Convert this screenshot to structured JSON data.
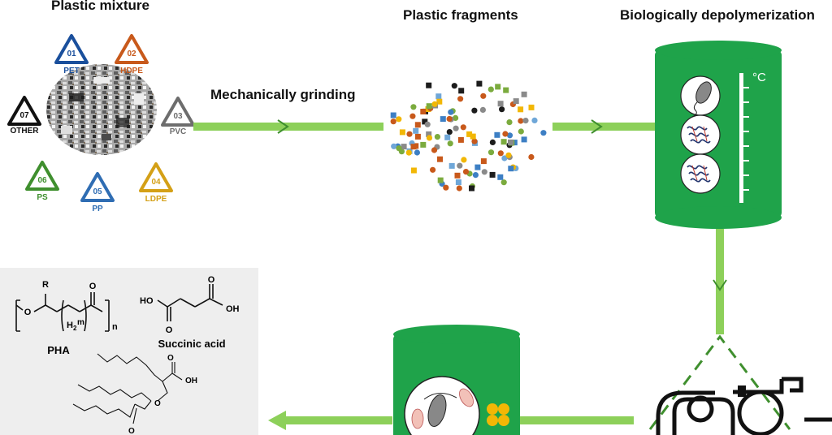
{
  "headings": {
    "mixture": "Plastic mixture",
    "fragments": "Plastic fragments",
    "depolymerization": "Biologically depolymerization",
    "grinding": "Mechanically grinding"
  },
  "recycle_codes": [
    {
      "code": "01",
      "label": "PET",
      "color": "#1a4f9c"
    },
    {
      "code": "02",
      "label": "HDPE",
      "color": "#c8591b"
    },
    {
      "code": "03",
      "label": "PVC",
      "color": "#6d6d6d"
    },
    {
      "code": "04",
      "label": "LDPE",
      "color": "#d4a017"
    },
    {
      "code": "05",
      "label": "PP",
      "color": "#2f6db3"
    },
    {
      "code": "06",
      "label": "PS",
      "color": "#3f8f2e"
    },
    {
      "code": "07",
      "label": "OTHER",
      "color": "#111111"
    }
  ],
  "bioreactor": {
    "temperature_unit": "°C"
  },
  "chemistry": {
    "pha_label": "PHA",
    "pha_r": "R",
    "pha_o": "O",
    "pha_carbonyl_o": "O",
    "pha_h2": "H",
    "pha_h2_sub": "2",
    "pha_m": "m",
    "pha_n": "n",
    "succinic_label": "Succinic acid",
    "succinic_ho": "HO",
    "succinic_oh": "OH",
    "succinic_o1": "O",
    "succinic_o2": "O",
    "hydroxy_oh": "OH",
    "hydroxy_o1": "O",
    "hydroxy_o2": "O",
    "hydroxy_o3": "O"
  },
  "colors": {
    "arrow": "#8dd05a",
    "tank": "#1fa34a",
    "panel": "#eeeeee",
    "fragment_palette": [
      "#c8591b",
      "#1c1c1c",
      "#8a8a8a",
      "#7bab3e",
      "#3d7fc4",
      "#f2b705",
      "#6fa7d8"
    ]
  }
}
